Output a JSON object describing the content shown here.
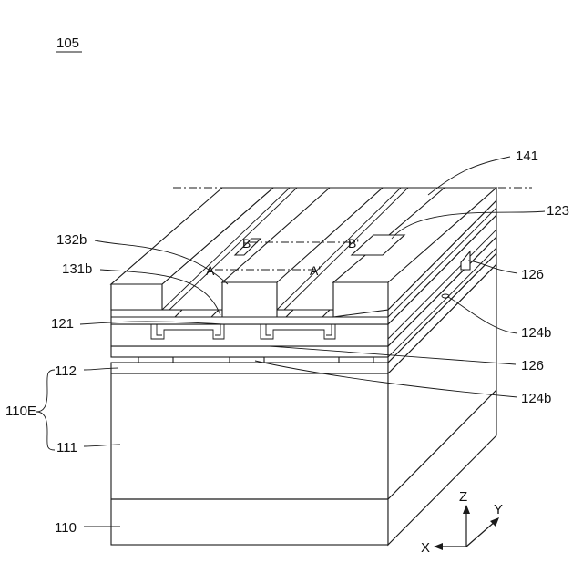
{
  "figure_id": "105",
  "labels": {
    "l141": "141",
    "l123": "123",
    "l132b": "132b",
    "l131b": "131b",
    "l126a": "126",
    "l121": "121",
    "l124b_a": "124b",
    "l126b": "126",
    "l112": "112",
    "l124b_b": "124b",
    "l110E": "110E",
    "l111": "111",
    "l110": "110"
  },
  "section_marks": {
    "A": "A",
    "A_prime": "A'",
    "B": "B",
    "B_prime": "B'"
  },
  "axes": {
    "z": "Z",
    "y": "Y",
    "x": "X"
  }
}
